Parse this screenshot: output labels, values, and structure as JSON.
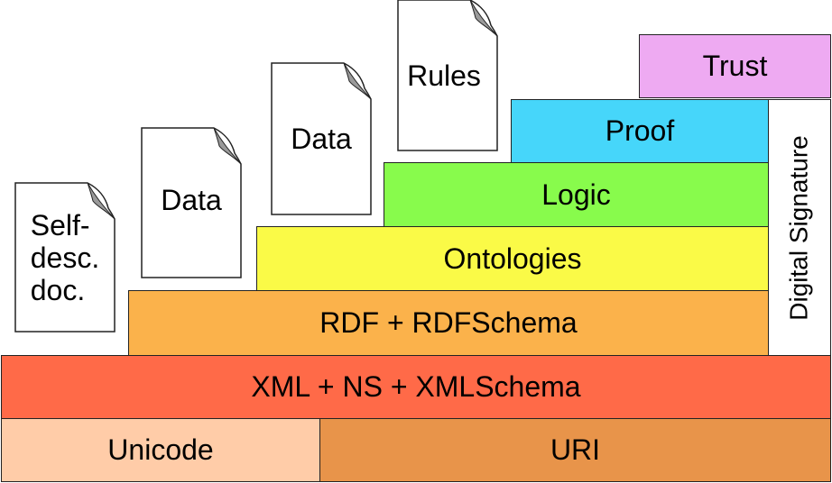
{
  "colors": {
    "unicode": "#FFCCA8",
    "uri": "#E8944A",
    "xml": "#FF6A48",
    "rdf": "#FBB24B",
    "ontologies": "#FAFA47",
    "logic": "#88FB4C",
    "proof": "#46D6FA",
    "trust": "#EEAAF2",
    "signature": "#FFFFFF"
  },
  "layers": {
    "unicode": "Unicode",
    "uri": "URI",
    "xml": "XML + NS + XMLSchema",
    "rdf": "RDF + RDFSchema",
    "ontologies": "Ontologies",
    "logic": "Logic",
    "proof": "Proof",
    "trust": "Trust",
    "signature": "Digital Signature"
  },
  "documents": {
    "self_desc": [
      "Self-",
      "desc.",
      "doc."
    ],
    "data_1": "Data",
    "data_2": "Data",
    "rules": "Rules"
  }
}
